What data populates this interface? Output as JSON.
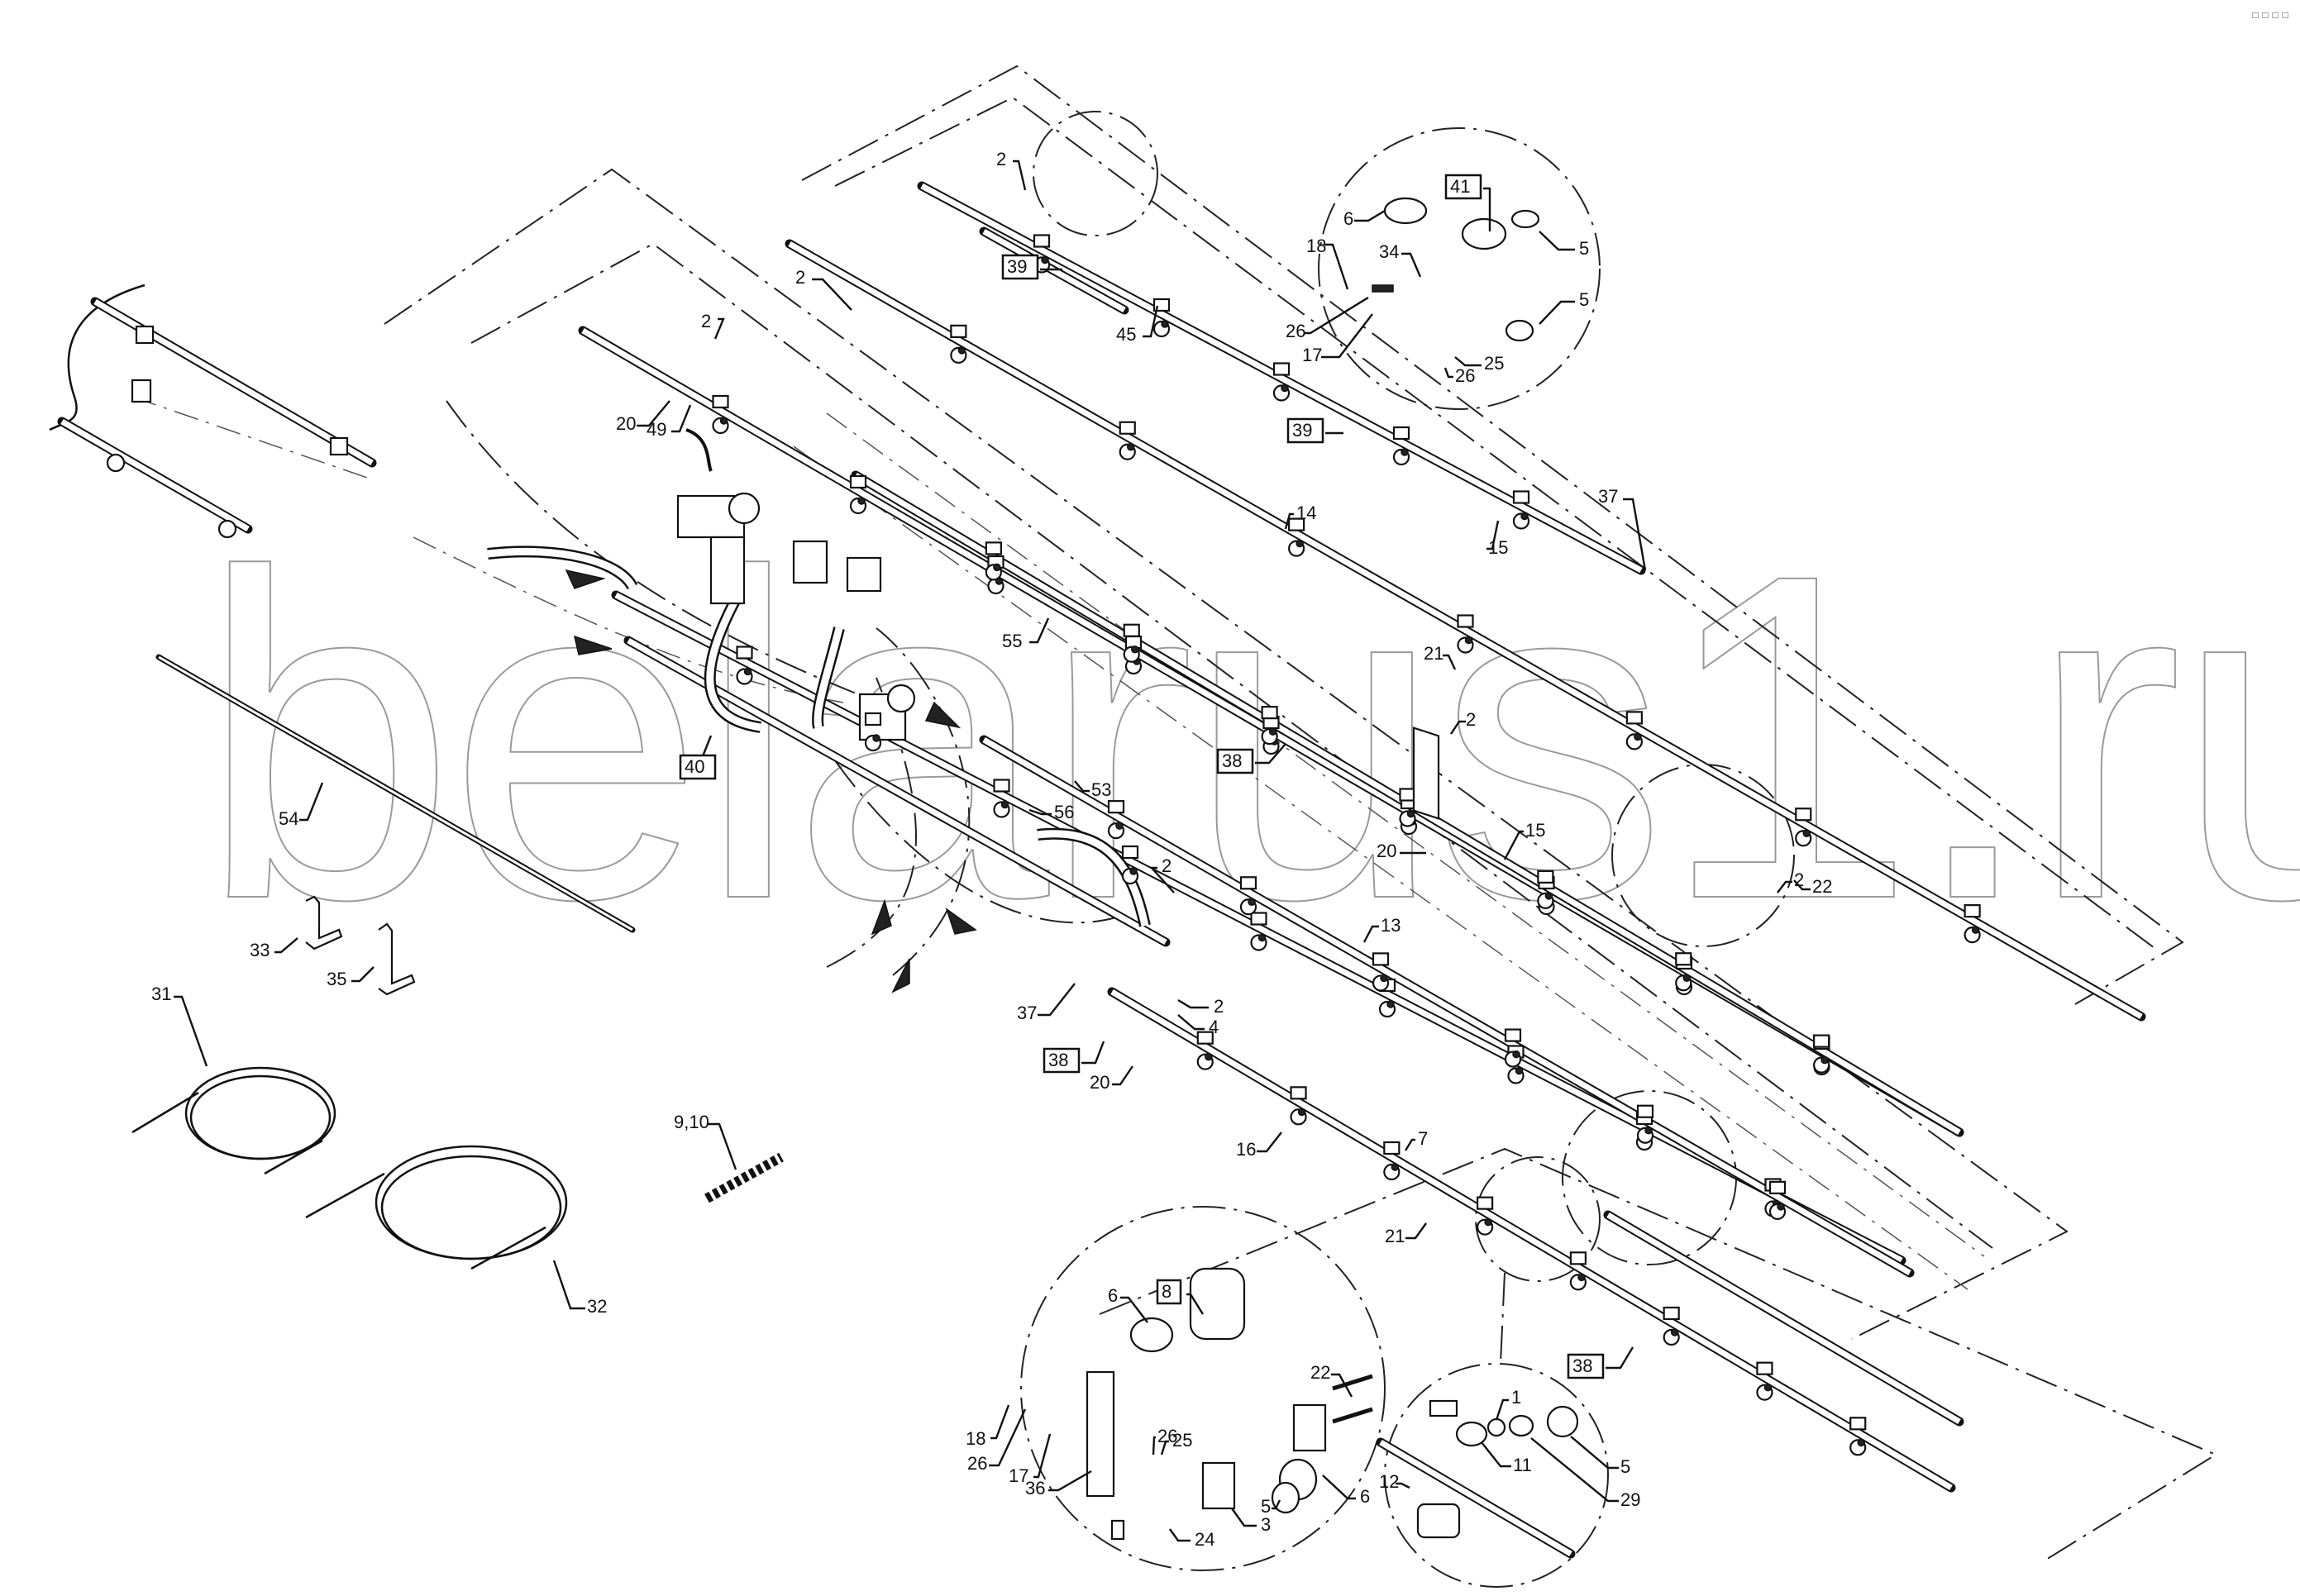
{
  "diagram": {
    "type": "exploded-parts-view",
    "subject": "Sprayer boom spray-line piping with nozzle holders and section valves",
    "watermark": "belarus1.ru",
    "part_labels": [
      {
        "id": "l2a",
        "text": "2",
        "boxed": false
      },
      {
        "id": "l2b",
        "text": "2",
        "boxed": false
      },
      {
        "id": "l2c",
        "text": "2",
        "boxed": false
      },
      {
        "id": "l2d",
        "text": "2",
        "boxed": false
      },
      {
        "id": "l2e",
        "text": "2",
        "boxed": false
      },
      {
        "id": "l2f",
        "text": "2",
        "boxed": false
      },
      {
        "id": "l2g",
        "text": "2",
        "boxed": false
      },
      {
        "id": "l39a",
        "text": "39",
        "boxed": true
      },
      {
        "id": "l39b",
        "text": "39",
        "boxed": true
      },
      {
        "id": "l45",
        "text": "45",
        "boxed": false
      },
      {
        "id": "l41",
        "text": "41",
        "boxed": true
      },
      {
        "id": "l6a",
        "text": "6",
        "boxed": false
      },
      {
        "id": "l5a",
        "text": "5",
        "boxed": false
      },
      {
        "id": "l5b",
        "text": "5",
        "boxed": false
      },
      {
        "id": "l18a",
        "text": "18",
        "boxed": false
      },
      {
        "id": "l34",
        "text": "34",
        "boxed": false
      },
      {
        "id": "l26a",
        "text": "26",
        "boxed": false
      },
      {
        "id": "l17a",
        "text": "17",
        "boxed": false
      },
      {
        "id": "l25a",
        "text": "25",
        "boxed": false
      },
      {
        "id": "l26b",
        "text": "26",
        "boxed": false
      },
      {
        "id": "l20a",
        "text": "20",
        "boxed": false
      },
      {
        "id": "l49",
        "text": "49",
        "boxed": false
      },
      {
        "id": "l14",
        "text": "14",
        "boxed": false
      },
      {
        "id": "l15a",
        "text": "15",
        "boxed": false
      },
      {
        "id": "l37a",
        "text": "37",
        "boxed": false
      },
      {
        "id": "l55",
        "text": "55",
        "boxed": false
      },
      {
        "id": "l21a",
        "text": "21",
        "boxed": false
      },
      {
        "id": "l38a",
        "text": "38",
        "boxed": true
      },
      {
        "id": "l40",
        "text": "40",
        "boxed": true
      },
      {
        "id": "l54",
        "text": "54",
        "boxed": false
      },
      {
        "id": "l53",
        "text": "53",
        "boxed": false
      },
      {
        "id": "l56",
        "text": "56",
        "boxed": false
      },
      {
        "id": "l20b",
        "text": "20",
        "boxed": false
      },
      {
        "id": "l15b",
        "text": "15",
        "boxed": false
      },
      {
        "id": "l22a",
        "text": "22",
        "boxed": false
      },
      {
        "id": "l13",
        "text": "13",
        "boxed": false
      },
      {
        "id": "l33",
        "text": "33",
        "boxed": false
      },
      {
        "id": "l35",
        "text": "35",
        "boxed": false
      },
      {
        "id": "l31",
        "text": "31",
        "boxed": false
      },
      {
        "id": "l37b",
        "text": "37",
        "boxed": false
      },
      {
        "id": "l4",
        "text": "4",
        "boxed": false
      },
      {
        "id": "l38b",
        "text": "38",
        "boxed": true
      },
      {
        "id": "l20c",
        "text": "20",
        "boxed": false
      },
      {
        "id": "l16",
        "text": "16",
        "boxed": false
      },
      {
        "id": "l7",
        "text": "7",
        "boxed": false
      },
      {
        "id": "l21b",
        "text": "21",
        "boxed": false
      },
      {
        "id": "l910",
        "text": "9,10",
        "boxed": false
      },
      {
        "id": "l32",
        "text": "32",
        "boxed": false
      },
      {
        "id": "l38c",
        "text": "38",
        "boxed": true
      },
      {
        "id": "l6b",
        "text": "6",
        "boxed": false
      },
      {
        "id": "l8",
        "text": "8",
        "boxed": true
      },
      {
        "id": "l22b",
        "text": "22",
        "boxed": false
      },
      {
        "id": "l18b",
        "text": "18",
        "boxed": false
      },
      {
        "id": "l26c",
        "text": "26",
        "boxed": false
      },
      {
        "id": "l17b",
        "text": "17",
        "boxed": false
      },
      {
        "id": "l26d",
        "text": "26",
        "boxed": false
      },
      {
        "id": "l25b",
        "text": "25",
        "boxed": false
      },
      {
        "id": "l36",
        "text": "36",
        "boxed": false
      },
      {
        "id": "l24",
        "text": "24",
        "boxed": false
      },
      {
        "id": "l3",
        "text": "3",
        "boxed": false
      },
      {
        "id": "l5c",
        "text": "5",
        "boxed": false
      },
      {
        "id": "l6c",
        "text": "6",
        "boxed": false
      },
      {
        "id": "l1",
        "text": "1",
        "boxed": false
      },
      {
        "id": "l12",
        "text": "12",
        "boxed": false
      },
      {
        "id": "l11",
        "text": "11",
        "boxed": false
      },
      {
        "id": "l5d",
        "text": "5",
        "boxed": false
      },
      {
        "id": "l29",
        "text": "29",
        "boxed": false
      }
    ],
    "detail_views": [
      {
        "name": "section-valve-detail-top",
        "contains": [
          "41",
          "6",
          "5",
          "18",
          "34",
          "26",
          "17",
          "25"
        ]
      },
      {
        "name": "section-valve-detail-bottom",
        "contains": [
          "8",
          "6",
          "22",
          "18",
          "26",
          "17",
          "25",
          "36",
          "24",
          "3",
          "5"
        ]
      },
      {
        "name": "pipe-end-fitting-detail",
        "contains": [
          "1",
          "11",
          "12",
          "5",
          "29"
        ]
      }
    ]
  }
}
